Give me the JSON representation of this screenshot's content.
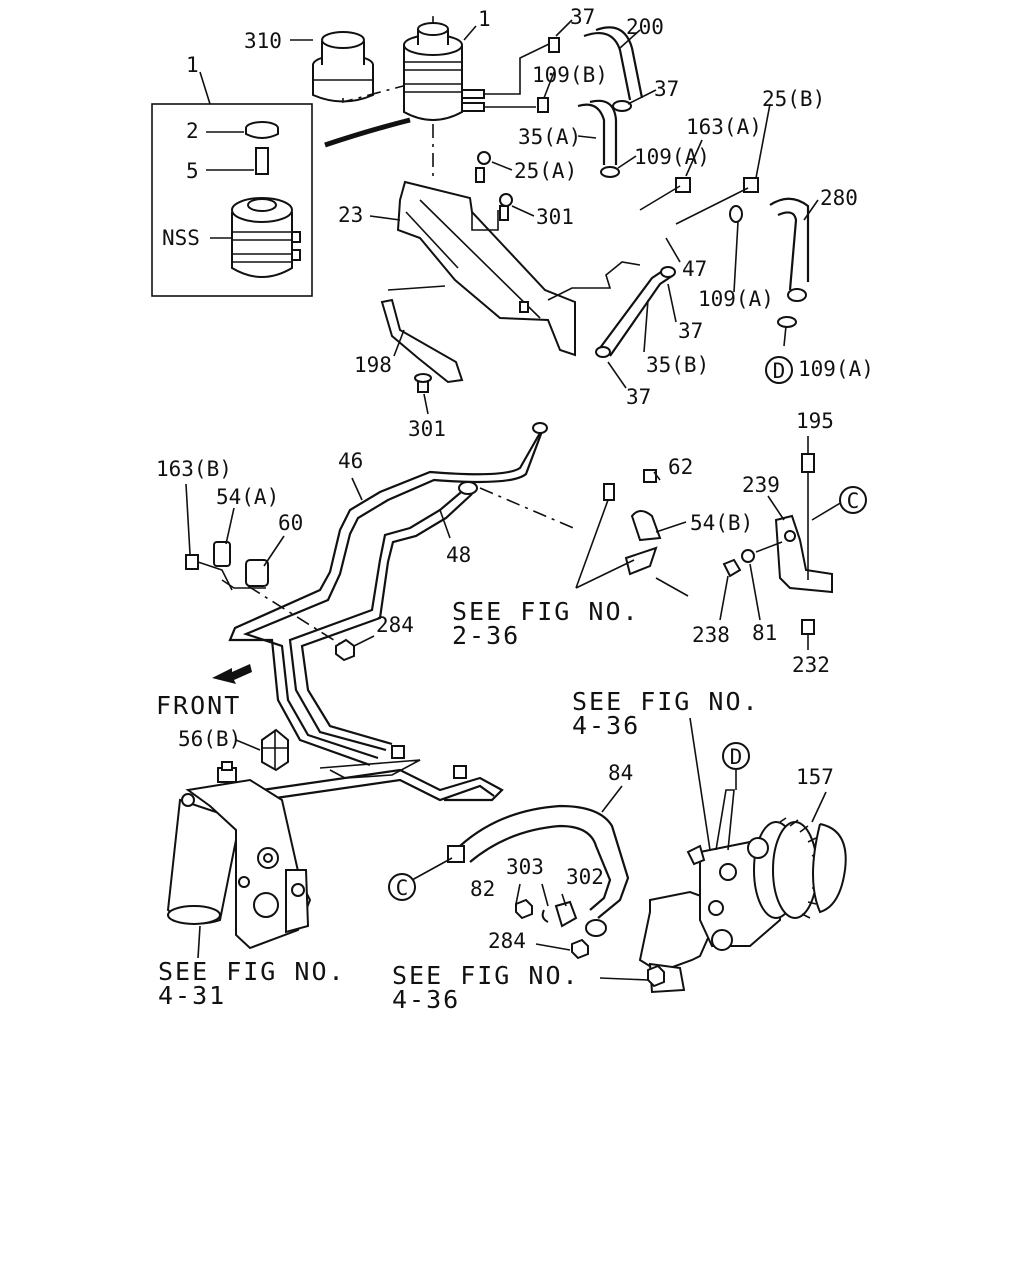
{
  "labels": {
    "l310": "310",
    "l1a": "1",
    "l1b": "1",
    "l2": "2",
    "l5": "5",
    "lnss": "NSS",
    "l37a": "37",
    "l200": "200",
    "l109b": "109(B)",
    "l37b": "37",
    "l25b": "25(B)",
    "l35a": "35(A)",
    "l163a": "163(A)",
    "l109a1": "109(A)",
    "l25a": "25(A)",
    "l280": "280",
    "l23": "23",
    "l301a": "301",
    "l47": "47",
    "l109a2": "109(A)",
    "l37c": "37",
    "l35b": "35(B)",
    "l109a3": "109(A)",
    "l198": "198",
    "l37d": "37",
    "l301b": "301",
    "l195": "195",
    "l163b": "163(B)",
    "l46": "46",
    "l62": "62",
    "l239": "239",
    "l54a": "54(A)",
    "l60": "60",
    "l54b": "54(B)",
    "l48": "48",
    "l284a": "284",
    "l238": "238",
    "l81": "81",
    "l232": "232",
    "lfront": "FRONT",
    "l56b": "56(B)",
    "l84": "84",
    "l157": "157",
    "l303": "303",
    "l302": "302",
    "l82": "82",
    "l284b": "284"
  },
  "callouts": {
    "c1": "C",
    "c2": "C",
    "d1": "D",
    "d2": "D"
  },
  "see_fig": {
    "f1_line1": "SEE FIG NO.",
    "f1_line2": "2-36",
    "f2_line1": "SEE FIG NO.",
    "f2_line2": "4-36",
    "f3_line1": "SEE FIG NO.",
    "f3_line2": "4-31",
    "f4_line1": "SEE FIG NO.",
    "f4_line2": "4-36"
  }
}
